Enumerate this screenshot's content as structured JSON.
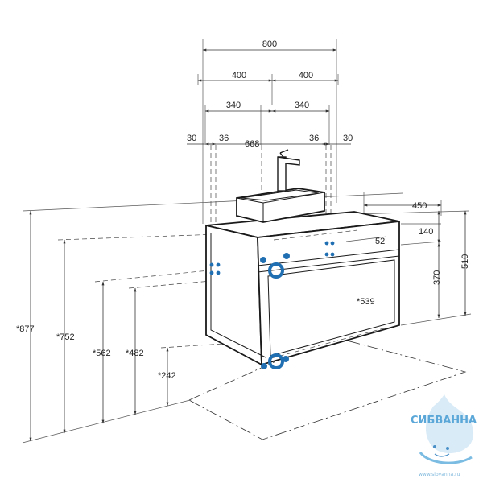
{
  "dimensions": {
    "top_width": "800",
    "half_left": "400",
    "half_right": "400",
    "inner_left": "340",
    "inner_right": "340",
    "edge_left": "30",
    "edge_right": "30",
    "offset_left": "36",
    "offset_right": "36",
    "inner_span": "668",
    "depth": "450",
    "depth_140": "140",
    "height_510": "510",
    "height_370": "370",
    "value_52": "52",
    "value_539": "*539",
    "h_877": "*877",
    "h_752": "*752",
    "h_562": "*562",
    "h_482": "*482",
    "h_242": "*242"
  },
  "logo": {
    "name": "СИБВАННА",
    "url": "www.sibvanna.ru",
    "color": "#5aa7d8"
  },
  "colors": {
    "connection_points": "#1f6fb2",
    "lines": "#1a1a1a"
  }
}
